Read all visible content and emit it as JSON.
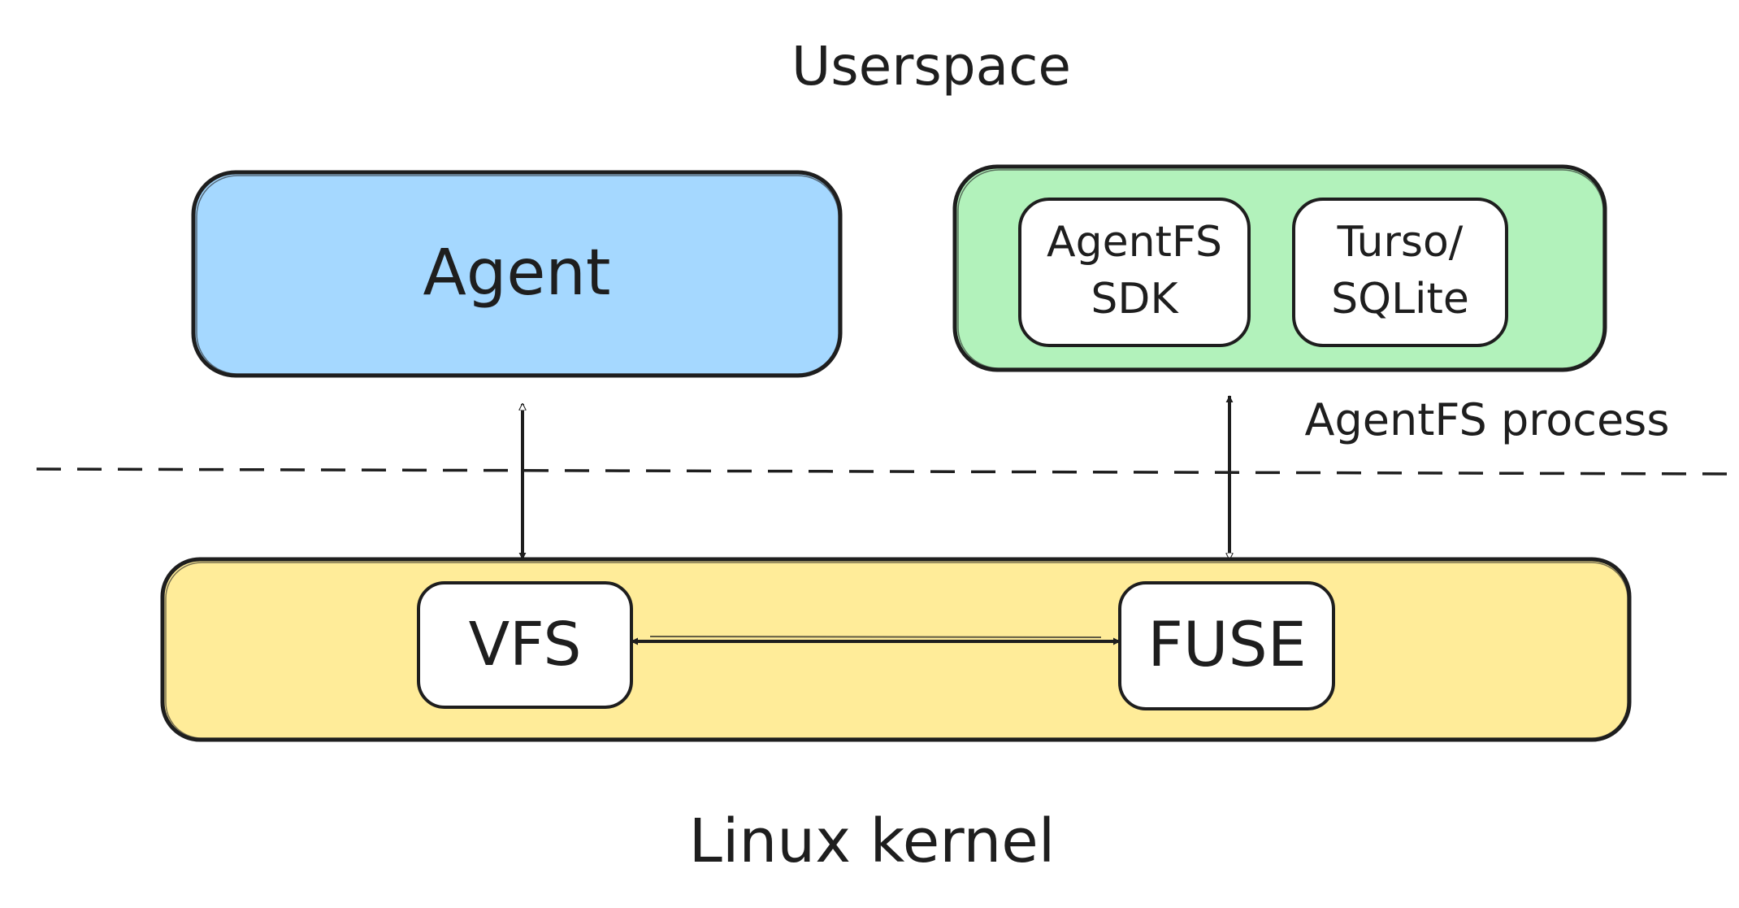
{
  "labels": {
    "userspace": "Userspace",
    "kernel": "Linux kernel",
    "process": "AgentFS process"
  },
  "nodes": {
    "agent": {
      "label": "Agent",
      "color": "#a5d8ff"
    },
    "process_box": {
      "color": "#b2f2bb"
    },
    "sdk": {
      "line1": "AgentFS",
      "line2": "SDK",
      "color": "#ffffff"
    },
    "turso": {
      "line1": "Turso/",
      "line2": "SQLite",
      "color": "#ffffff"
    },
    "kernel_box": {
      "color": "#ffec99"
    },
    "vfs": {
      "label": "VFS",
      "color": "#ffffff"
    },
    "fuse": {
      "label": "FUSE",
      "color": "#ffffff"
    }
  },
  "colors": {
    "stroke": "#1e1e1e",
    "background": "#ffffff"
  }
}
